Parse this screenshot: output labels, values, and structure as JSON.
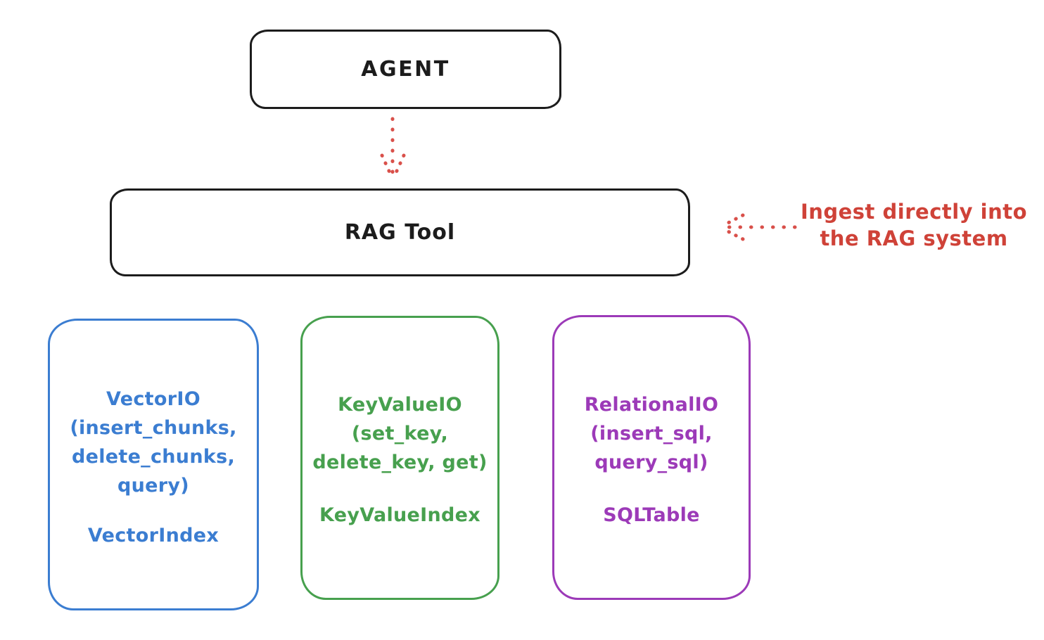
{
  "canvas": {
    "background": "#ffffff",
    "stroke_black": "#1c1c1c",
    "accent_red": "#cf4238"
  },
  "nodes": {
    "agent": {
      "label": "AGENT"
    },
    "rag_tool": {
      "label": "RAG Tool"
    }
  },
  "arrows": [
    {
      "name": "agent-to-rag",
      "style": "dotted",
      "color": "#d9504a",
      "direction": "down"
    },
    {
      "name": "ingest-into-rag",
      "style": "dotted",
      "color": "#d9504a",
      "direction": "left"
    }
  ],
  "annotation": {
    "line1": "Ingest directly into",
    "line2": "the RAG system",
    "color": "#cf4238"
  },
  "backends": [
    {
      "name": "vector-io",
      "color": "#3b7dd1",
      "lines": [
        "VectorIO",
        "(insert_chunks,",
        "delete_chunks,",
        "query)"
      ],
      "index_label": "VectorIndex"
    },
    {
      "name": "keyvalue-io",
      "color": "#47a04e",
      "lines": [
        "KeyValueIO",
        "(set_key,",
        "delete_key, get)"
      ],
      "index_label": "KeyValueIndex"
    },
    {
      "name": "relational-io",
      "color": "#9c3ab8",
      "lines": [
        "RelationalIO",
        "(insert_sql,",
        "query_sql)"
      ],
      "index_label": "SQLTable"
    }
  ]
}
